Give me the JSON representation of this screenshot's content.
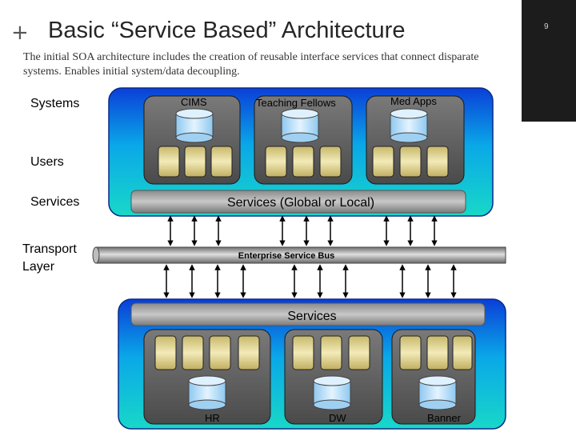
{
  "header": {
    "plus_glyph": "+",
    "title": "Basic “Service Based” Architecture",
    "page_number": "9",
    "subtitle": "The initial SOA architecture includes the creation of reusable interface services that connect disparate systems.  Enables initial system/data decoupling."
  },
  "row_labels": {
    "systems": "Systems",
    "users": "Users",
    "services": "Services",
    "transport_line1": "Transport",
    "transport_line2": "Layer"
  },
  "top_panel": {
    "systems": [
      "CIMS",
      "Teaching Fellows",
      "Med Apps"
    ],
    "services_bar": "Services (Global or Local)"
  },
  "bus": {
    "label": "Enterprise Service Bus"
  },
  "bottom_panel": {
    "services_bar": "Services",
    "systems": [
      "HR",
      "DW",
      "Banner"
    ]
  },
  "colors": {
    "panel_top": "#0a3fd8",
    "panel_mid": "#0aa8e8",
    "panel_bottom": "#18d8c8",
    "module_fill": "#e8dc9a",
    "sidebar": "#1c1c1c"
  }
}
